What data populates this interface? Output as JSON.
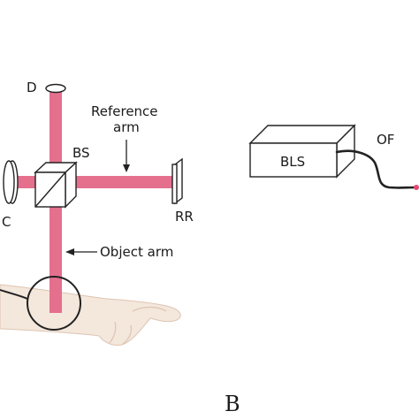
{
  "colors": {
    "beam": "#e4708e",
    "beam_light": "#f3b3c4",
    "outline": "#222222",
    "skin": "#f4e7dc",
    "skin_shade": "#dcc5b2",
    "fiber_tip": "#e24a72"
  },
  "labels": {
    "detector": "D",
    "reference_arm": [
      "Reference",
      "arm"
    ],
    "beam_splitter": "BS",
    "collimator": "C",
    "retroreflector": "RR",
    "object_arm": "Object arm",
    "light_source": "BLS",
    "optical_fiber": "OF",
    "panel": "B"
  }
}
